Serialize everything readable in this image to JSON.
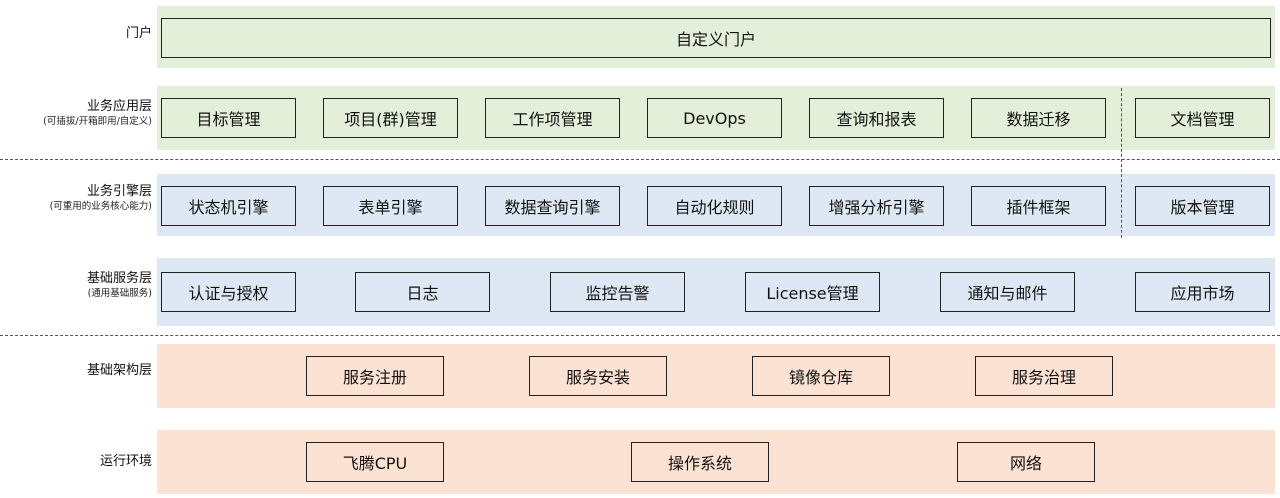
{
  "layers": {
    "portal": {
      "label": "门户",
      "modules": [
        "自定义门户"
      ]
    },
    "app": {
      "label": "业务应用层",
      "sub": "(可插拔/开箱即用/自定义)",
      "modules": [
        "目标管理",
        "项目(群)管理",
        "工作项管理",
        "DevOps",
        "查询和报表",
        "数据迁移",
        "文档管理"
      ]
    },
    "engine": {
      "label": "业务引擎层",
      "sub": "(可重用的业务核心能力)",
      "modules": [
        "状态机引擎",
        "表单引擎",
        "数据查询引擎",
        "自动化规则",
        "增强分析引擎",
        "插件框架",
        "版本管理"
      ]
    },
    "base": {
      "label": "基础服务层",
      "sub": "(通用基础服务)",
      "modules": [
        "认证与授权",
        "日志",
        "监控告警",
        "License管理",
        "通知与邮件",
        "应用市场"
      ]
    },
    "infra": {
      "label": "基础架构层",
      "modules": [
        "服务注册",
        "服务安装",
        "镜像仓库",
        "服务治理"
      ]
    },
    "runtime": {
      "label": "运行环境",
      "modules": [
        "飞腾CPU",
        "操作系统",
        "网络"
      ]
    }
  },
  "colors": {
    "green": "#e3efd9",
    "blue": "#dde8f4",
    "peach": "#fbe2d3"
  }
}
